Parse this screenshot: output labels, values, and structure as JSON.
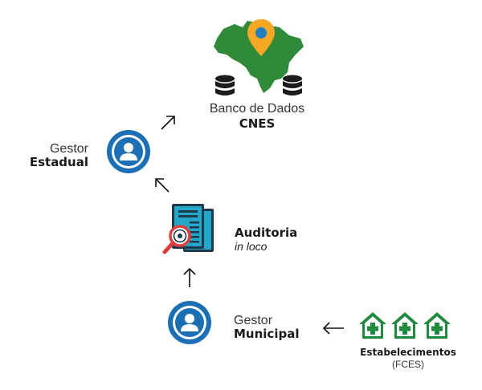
{
  "colors": {
    "map_green": "#2f8a3a",
    "pin_orange": "#f7a823",
    "pin_dot": "#1f7fc4",
    "person_blue": "#1a6fb5",
    "hospital_green": "#1f8a3b",
    "doc_teal": "#23a8c9",
    "doc_dark": "#1e3a4a",
    "magnifier_red": "#e23b3b",
    "db_dark": "#1c1c1c",
    "arrow": "#111111"
  },
  "database": {
    "title": "Banco de Dados",
    "name": "CNES",
    "icons": [
      "brazil-map-icon",
      "location-pin-icon",
      "database-icon",
      "database-icon"
    ]
  },
  "gestor_estadual": {
    "line1": "Gestor",
    "line2": "Estadual",
    "icon": "person-icon"
  },
  "auditoria": {
    "line1": "Auditoria",
    "line2": "in loco",
    "icon": "document-magnifier-icon"
  },
  "gestor_municipal": {
    "line1": "Gestor",
    "line2": "Municipal",
    "icon": "person-icon"
  },
  "estabelecimentos": {
    "line1": "Estabelecimentos",
    "line2": "(FCES)",
    "icons": [
      "hospital-icon",
      "hospital-icon",
      "hospital-icon"
    ]
  },
  "arrows": [
    "arrow-up-right",
    "arrow-up-left",
    "arrow-up",
    "arrow-left"
  ]
}
